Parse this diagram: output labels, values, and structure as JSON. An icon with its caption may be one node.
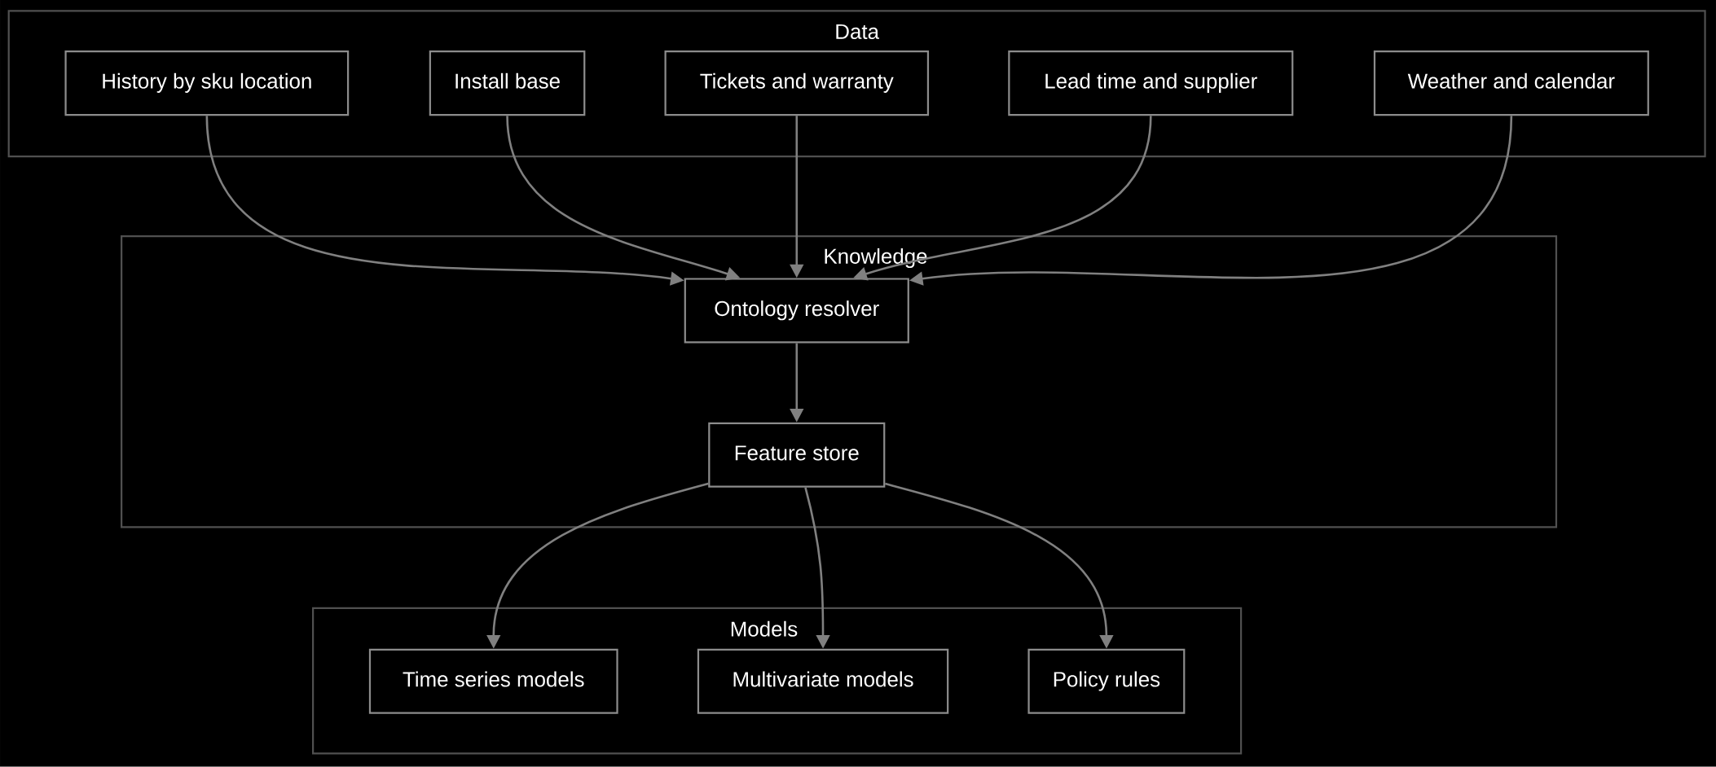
{
  "diagram": {
    "nodes": [
      {
        "text": [
          "Data"
        ]
      },
      {
        "text": [
          "History by sku location"
        ],
        "in": 0
      },
      {
        "text": [
          "Install base"
        ],
        "in": 0
      },
      {
        "text": [
          "Tickets and warranty"
        ],
        "in": 0
      },
      {
        "text": [
          "Lead time and supplier"
        ],
        "in": 0
      },
      {
        "text": [
          "Weather and calendar"
        ],
        "in": 0
      },
      {
        "text": [
          "Knowledge"
        ]
      },
      {
        "text": [
          "Ontology resolver"
        ],
        "in": 6
      },
      {
        "text": [
          "Feature store"
        ],
        "in": 6
      },
      {
        "text": [
          "Models"
        ]
      },
      {
        "text": [
          "Time series models"
        ],
        "in": 9
      },
      {
        "text": [
          "Multivariate models"
        ],
        "in": 9
      },
      {
        "text": [
          "Policy rules"
        ],
        "in": 9
      }
    ],
    "edges": [
      {
        "from": 1,
        "to": 7,
        "arrow": "to"
      },
      {
        "from": 2,
        "to": 7,
        "arrow": "to"
      },
      {
        "from": 3,
        "to": 7,
        "arrow": "to"
      },
      {
        "from": 4,
        "to": 7,
        "arrow": "to"
      },
      {
        "from": 5,
        "to": 7,
        "arrow": "to"
      },
      {
        "from": 7,
        "to": 8,
        "arrow": "to"
      },
      {
        "from": 8,
        "to": 10,
        "arrow": "to"
      },
      {
        "from": 8,
        "to": 11,
        "arrow": "to"
      },
      {
        "from": 8,
        "to": 12,
        "arrow": "to"
      }
    ]
  }
}
